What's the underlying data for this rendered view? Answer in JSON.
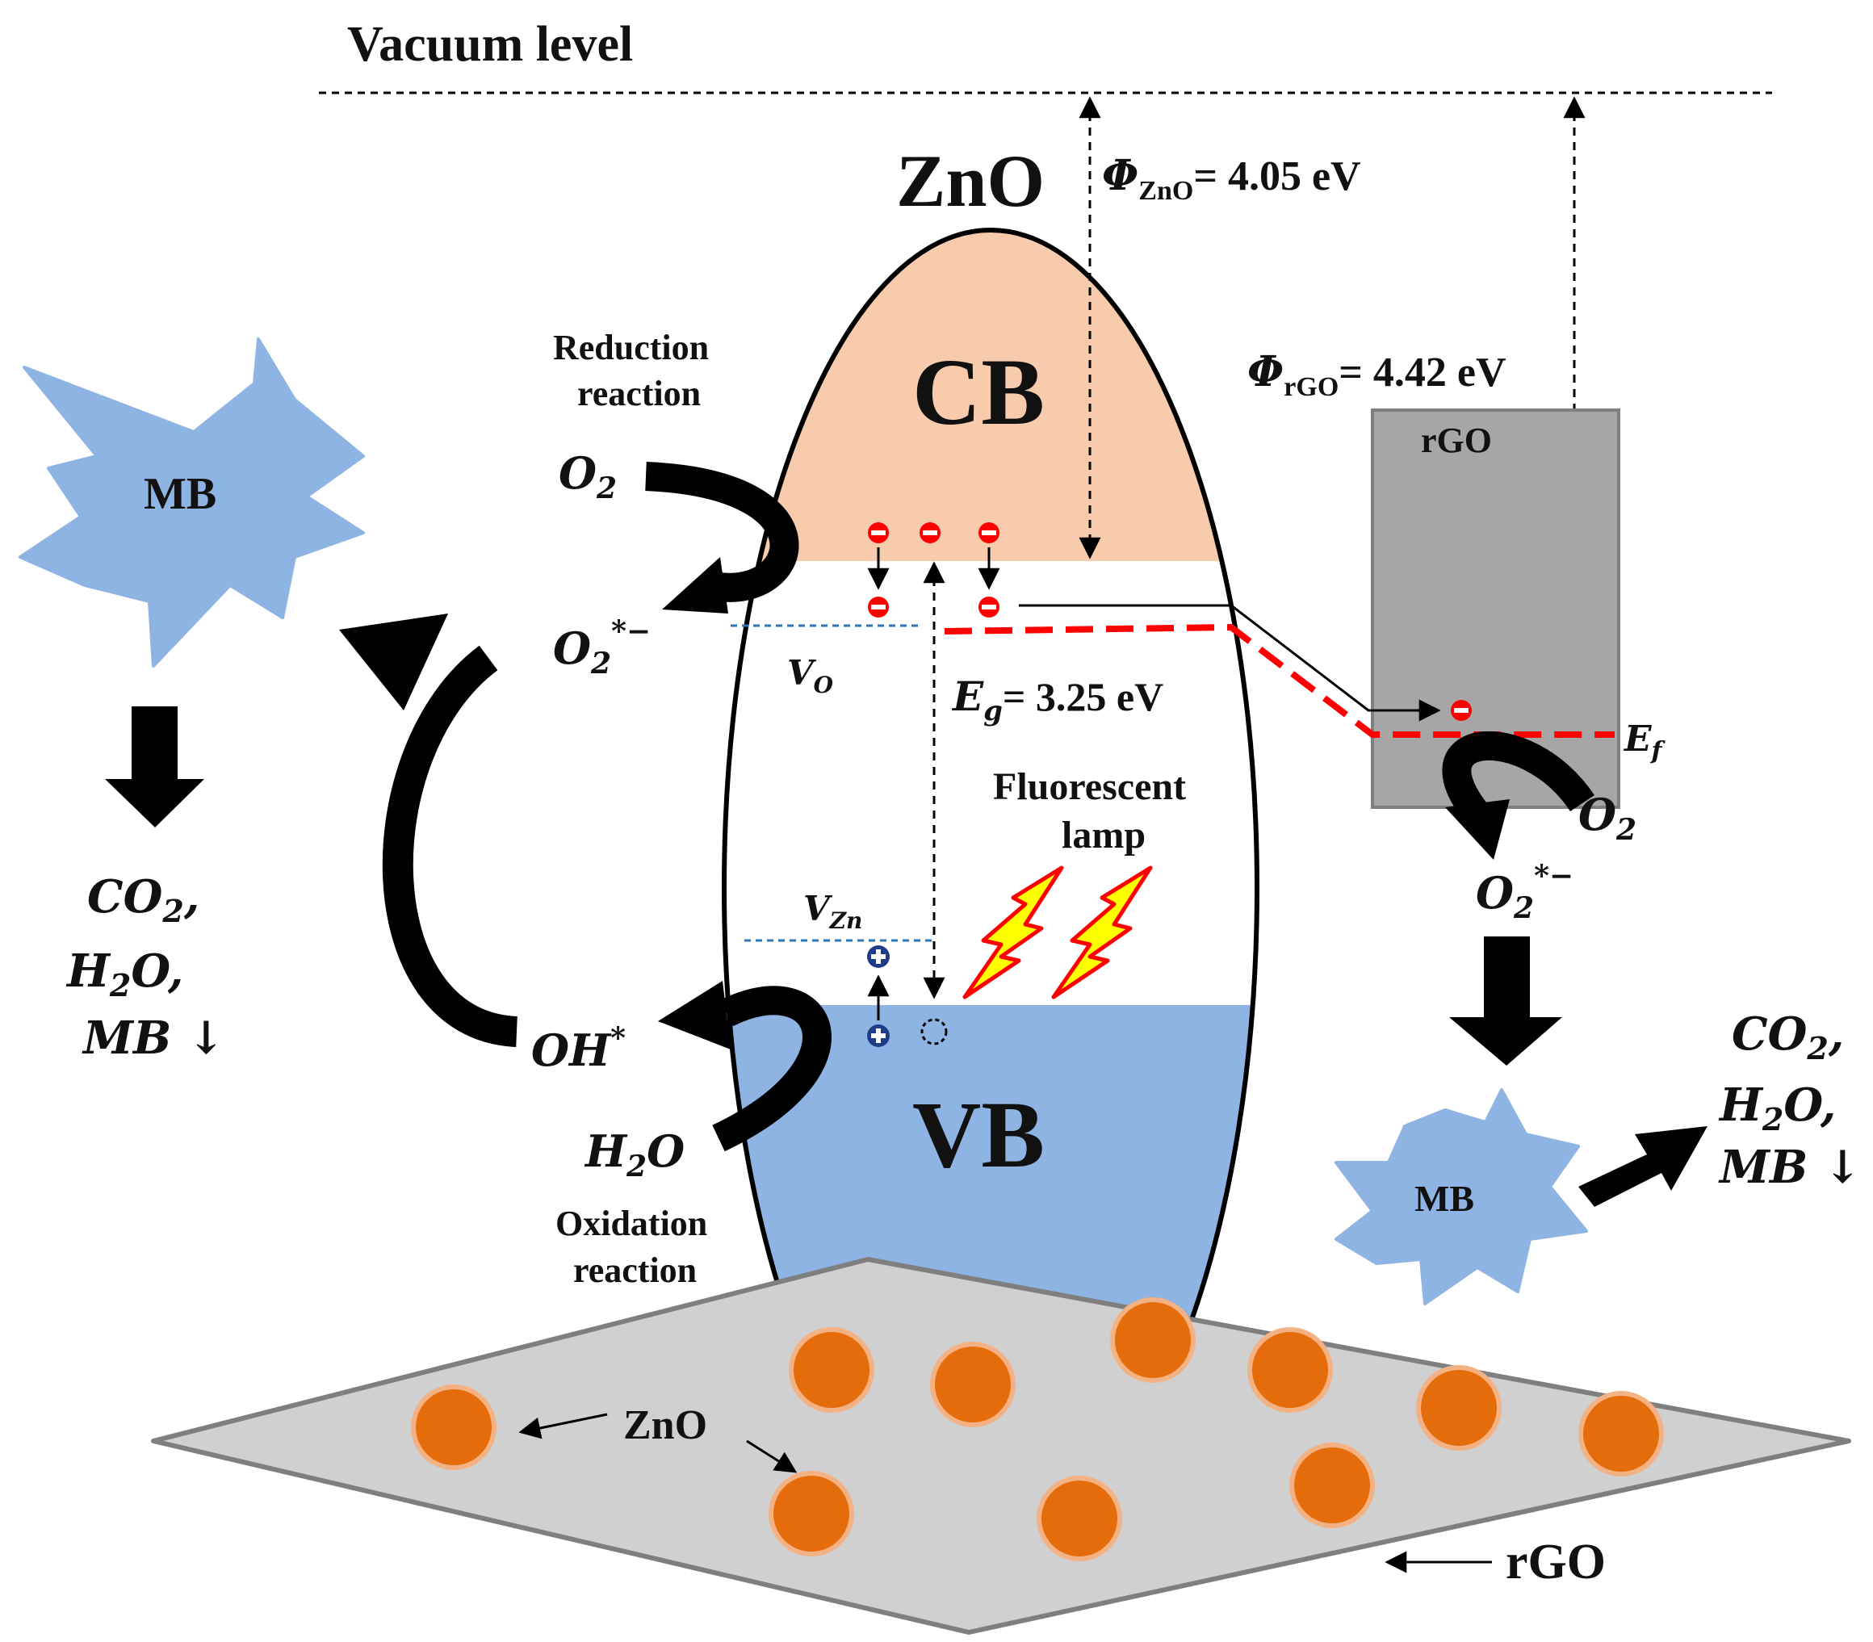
{
  "title": "Vacuum level",
  "zno_label": "ZnO",
  "cb_label": "CB",
  "vb_label": "VB",
  "phi_zno": {
    "symbol": "Φ",
    "sub": "ZnO",
    "value": "= 4.05 eV"
  },
  "phi_rgo": {
    "symbol": "Φ",
    "sub": "rGO",
    "value": "= 4.42 eV"
  },
  "band_gap": {
    "symbol": "E",
    "sub": "g",
    "value": "= 3.25 eV"
  },
  "vo": {
    "symbol": "V",
    "sub": "O"
  },
  "vzn": {
    "symbol": "V",
    "sub": "Zn"
  },
  "ef": {
    "symbol": "E",
    "sub": "f"
  },
  "rgo_box_label": "rGO",
  "reduction": {
    "line1": "Reduction",
    "line2": "reaction"
  },
  "oxidation": {
    "line1": "Oxidation",
    "line2": "reaction"
  },
  "lamp": {
    "line1": "Fluorescent",
    "line2": "lamp"
  },
  "species": {
    "o2": {
      "main": "O",
      "sub": "2"
    },
    "superoxide": {
      "main": "O",
      "sub": "2",
      "sup": "*−"
    },
    "hydroxyl": {
      "main": "OH",
      "sup": "*"
    },
    "water": {
      "main": "H",
      "sub": "2",
      "tail": "O"
    }
  },
  "mb_label": "MB",
  "products": {
    "co2": {
      "main": "CO",
      "sub": "2",
      "tail": ","
    },
    "h2o": {
      "main": "H",
      "sub": "2",
      "tail": "O,"
    },
    "mb": "MB ↓"
  },
  "sheet": {
    "zno_label": "ZnO",
    "rgo_label": "rGO"
  },
  "colors": {
    "cb_fill": "#f8cbad",
    "vb_fill": "#8eb4e3",
    "mb_fill": "#8eb4e3",
    "rgo_box": "#a6a6a6",
    "sheet": "#d0d0d0",
    "particle": "#e46c0a",
    "particle_ring": "#f4b183",
    "fermi": "#ff0000",
    "electron": "#ff0000",
    "hole": "#1f3c88",
    "bolt": "#ffff00"
  }
}
